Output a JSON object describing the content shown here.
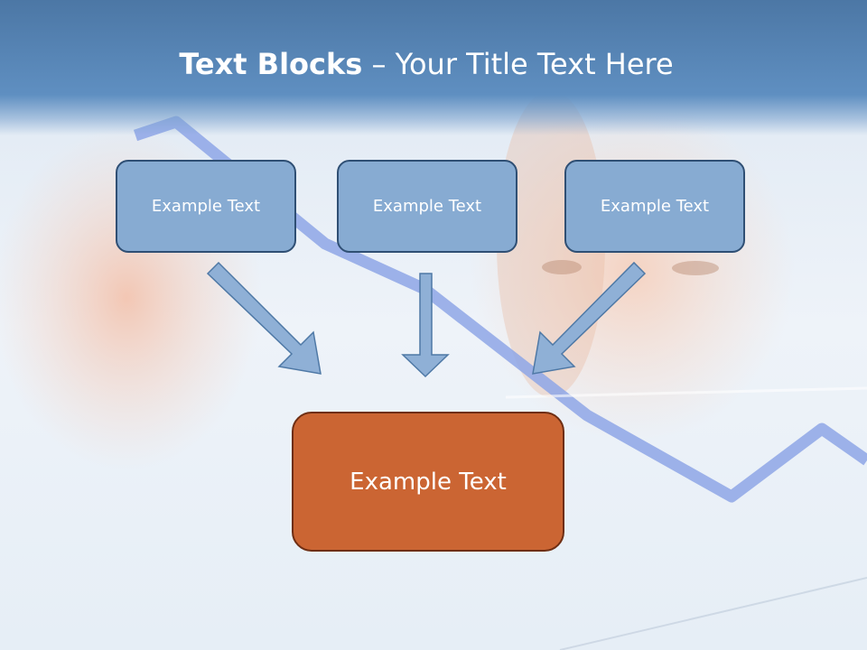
{
  "title": {
    "bold": "Text Blocks",
    "dash": " – ",
    "rest": "Your Title Text Here"
  },
  "blocks": [
    {
      "label": "Example Text"
    },
    {
      "label": "Example Text"
    },
    {
      "label": "Example Text"
    }
  ],
  "result": {
    "label": "Example Text"
  },
  "colors": {
    "title_bar": "#5f8fc1",
    "small_box_fill": "#87abd2",
    "small_box_border": "#2f4f74",
    "result_fill": "#cb6533",
    "result_border": "#6e2e13",
    "arrow_fill": "#8fb0d6"
  }
}
